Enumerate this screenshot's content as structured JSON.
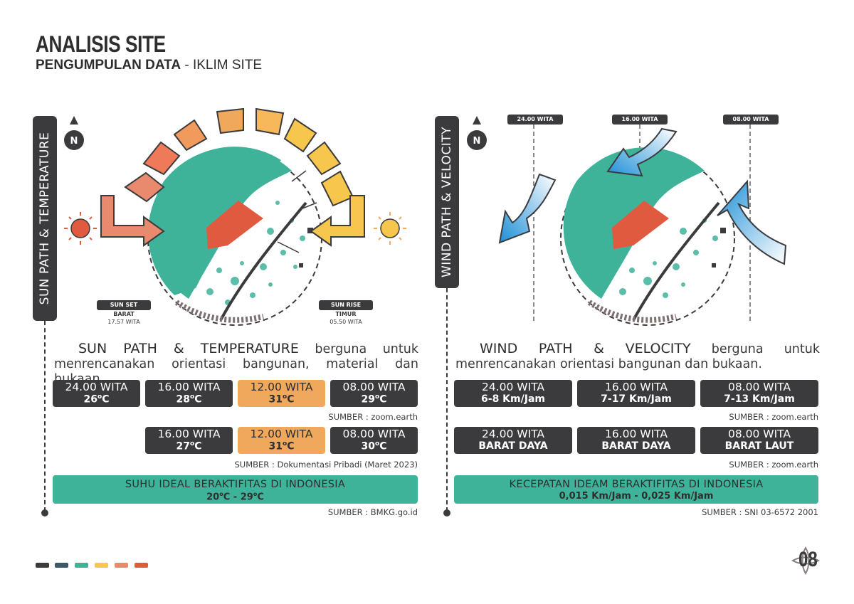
{
  "header": {
    "title": "ANALISIS SITE",
    "subtitle_bold": "PENGUMPULAN DATA",
    "subtitle_rest": " - IKLIM SITE"
  },
  "colors": {
    "dark": "#3b3b3d",
    "teal": "#3fb39a",
    "orange": "#f0a95c",
    "red": "#e05a3f"
  },
  "sun": {
    "tab": "SUN PATH & TEMPERATURE",
    "compass": "N",
    "sunset_label": "SUN SET",
    "sunset_dir": "BARAT",
    "sunset_time": "17.57 WITA",
    "sunrise_label": "SUN RISE",
    "sunrise_dir": "TIMUR",
    "sunrise_time": "05.50 WITA",
    "para_strong": "SUN PATH & TEMPERATURE",
    "para_rest": " berguna untuk menrencanakan orientasi bangunan, material dan bukaan.",
    "row1": [
      {
        "time": "24.00 WITA",
        "temp": "26",
        "unit": "C"
      },
      {
        "time": "16.00 WITA",
        "temp": "28",
        "unit": "C"
      },
      {
        "time": "12.00 WITA",
        "temp": "31",
        "unit": "C"
      },
      {
        "time": "08.00 WITA",
        "temp": "29",
        "unit": "C"
      }
    ],
    "row1_source": "SUMBER : zoom.earth",
    "row2": [
      {
        "time": "16.00 WITA",
        "temp": "27",
        "unit": "C"
      },
      {
        "time": "12.00 WITA",
        "temp": "31",
        "unit": "C"
      },
      {
        "time": "08.00 WITA",
        "temp": "30",
        "unit": "C"
      }
    ],
    "row2_source": "SUMBER : Dokumentasi Pribadi (Maret 2023)",
    "ideal_title": "SUHU IDEAL BERAKTIFITAS DI INDONESIA",
    "ideal_low": "20",
    "ideal_high": "29",
    "ideal_sep": " - ",
    "ideal_unit": "C",
    "ideal_source": "SUMBER : BMKG.go.id"
  },
  "wind": {
    "tab": "WIND PATH & VELOCITY",
    "compass": "N",
    "time_labels": [
      "24.00 WITA",
      "16.00 WITA",
      "08.00 WITA"
    ],
    "para_strong": "WIND PATH & VELOCITY",
    "para_rest": " berguna untuk menrencanakan orientasi bangunan dan bukaan.",
    "row1": [
      {
        "time": "24.00 WITA",
        "value": "6-8 Km/Jam"
      },
      {
        "time": "16.00 WITA",
        "value": "7-17 Km/Jam"
      },
      {
        "time": "08.00 WITA",
        "value": "7-13 Km/Jam"
      }
    ],
    "row1_source": "SUMBER : zoom.earth",
    "row2": [
      {
        "time": "24.00 WITA",
        "value": "BARAT DAYA"
      },
      {
        "time": "16.00 WITA",
        "value": "BARAT DAYA"
      },
      {
        "time": "08.00 WITA",
        "value": "BARAT LAUT"
      }
    ],
    "row2_source": "SUMBER : zoom.earth",
    "ideal_title": "KECEPATAN IDEAM BERAKTIFITAS DI INDONESIA",
    "ideal_value": "0,015 Km/Jam - 0,025 Km/Jam",
    "ideal_source": "SUMBER : SNI 03-6572 2001"
  },
  "footer": {
    "palette": [
      "#3b3b3d",
      "#3d5866",
      "#3fb39a",
      "#f6c64d",
      "#e98a6e",
      "#e05a3f"
    ],
    "page": "08"
  }
}
